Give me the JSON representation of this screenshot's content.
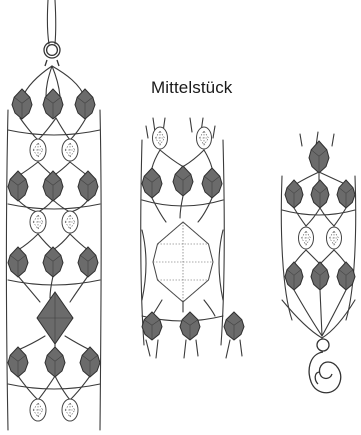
{
  "caption": "Mittelstück",
  "colors": {
    "dark_bead": "#6b6b6b",
    "outline": "#2f2f2f",
    "light_bead": "#ffffff",
    "background": "#ffffff"
  },
  "panels": [
    {
      "name": "end-piece-left",
      "clasp": "jump-ring"
    },
    {
      "name": "middle-piece",
      "clasp": "none"
    },
    {
      "name": "end-piece-right",
      "clasp": "lobster-clasp"
    }
  ]
}
